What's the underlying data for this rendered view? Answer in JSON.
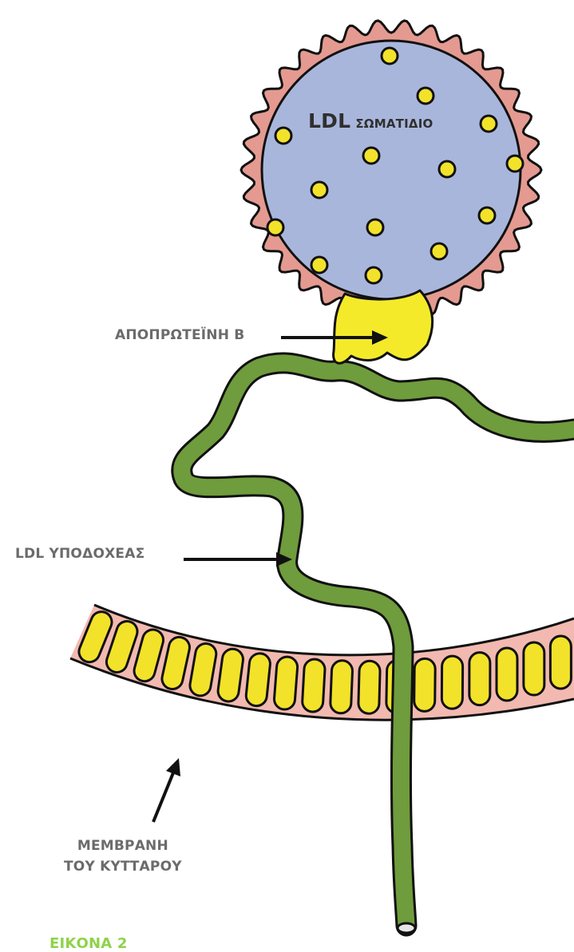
{
  "particle": {
    "name": "LDL",
    "subtitle": "ΣΩΜΑΤΙΔΙΟ"
  },
  "labels": {
    "apoprotein": "ΑΠΟΠΡΩΤΕΪΝΗ Β",
    "receptor": "LDL ΥΠΟΔΟΧΕΑΣ",
    "membrane_line1": "ΜΕΜΒΡΑΝΗ",
    "membrane_line2": "ΤΟΥ ΚΥΤΤΑΡΟΥ",
    "figure_caption": "ΕΙΚΟΝΑ 2"
  },
  "colors": {
    "particle_fill": "#a9b6dc",
    "coat_fill": "#e49a90",
    "apoprotein_fill": "#f4ea2a",
    "receptor_green": "#6f9c3c",
    "membrane_fill": "#f2b9b0",
    "lipid_yellow": "#f3e22a",
    "caption_green": "#8fd24a"
  }
}
